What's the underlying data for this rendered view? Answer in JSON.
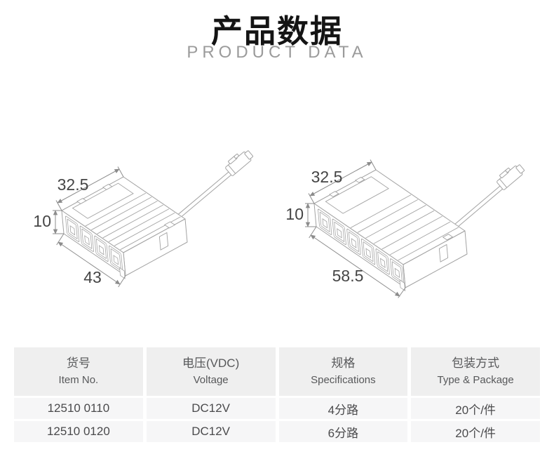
{
  "header": {
    "title_cn": "产品数据",
    "title_en": "PRODUCT DATA"
  },
  "diagrams": [
    {
      "name": "4-way distributor",
      "dim_top": "32.5",
      "dim_left": "10",
      "dim_bottom": "43"
    },
    {
      "name": "6-way distributor",
      "dim_top": "32.5",
      "dim_left": "10",
      "dim_bottom": "58.5"
    }
  ],
  "table": {
    "columns": [
      {
        "cn": "货号",
        "en": "Item No."
      },
      {
        "cn": "电压(VDC)",
        "en": "Voltage"
      },
      {
        "cn": "规格",
        "en": "Specifications"
      },
      {
        "cn": "包装方式",
        "en": "Type & Package"
      }
    ],
    "rows": [
      [
        "12510 0110",
        "DC12V",
        "4分路",
        "20个/件"
      ],
      [
        "12510 0120",
        "DC12V",
        "6分路",
        "20个/件"
      ]
    ]
  },
  "colors": {
    "drawing_line": "#a2a2a2",
    "dimension_text": "#454545",
    "table_header_bg": "#efefef",
    "table_row_bg": "#f6f6f7",
    "title": "#141414",
    "subtitle": "#9b9b9b"
  }
}
